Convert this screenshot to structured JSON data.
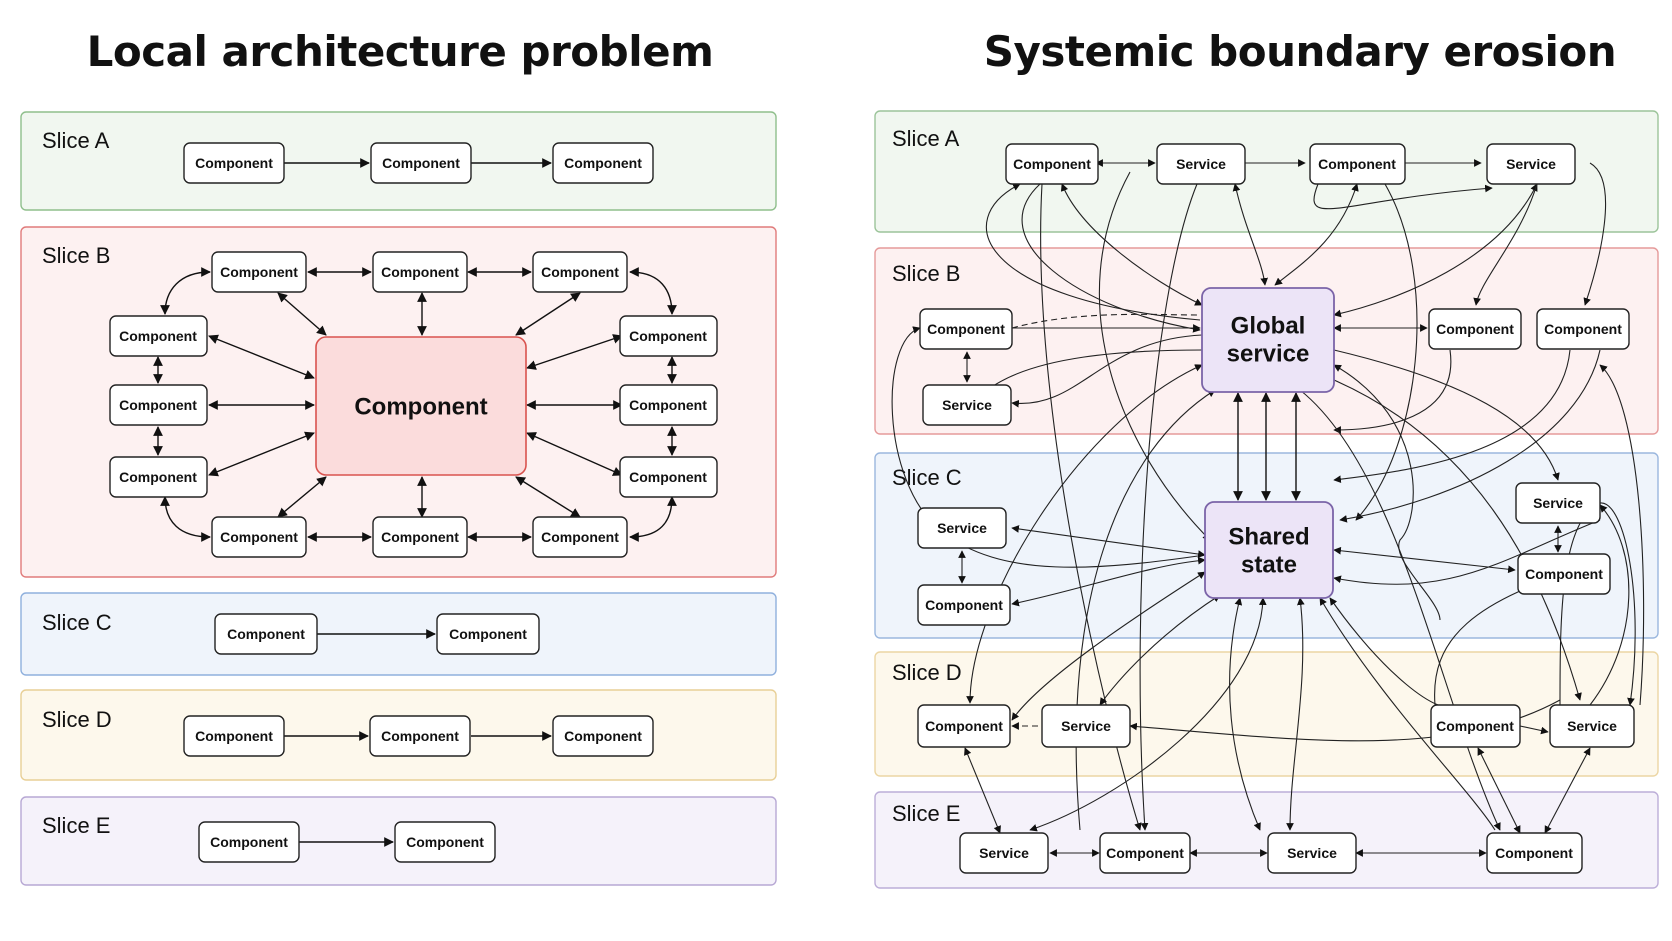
{
  "left": {
    "title": "Local architecture problem",
    "slices": [
      {
        "label": "Slice A",
        "bg": "#f1f7f0",
        "border": "#8fbf8c"
      },
      {
        "label": "Slice B",
        "bg": "#fdf1f1",
        "border": "#e07b7b"
      },
      {
        "label": "Slice C",
        "bg": "#eff4fb",
        "border": "#8fb0dd"
      },
      {
        "label": "Slice D",
        "bg": "#fdf8ec",
        "border": "#e8cf96"
      },
      {
        "label": "Slice E",
        "bg": "#f5f2fa",
        "border": "#b7a8d4"
      }
    ],
    "component_label": "Component",
    "central_label": "Component",
    "central_color": "#fbdcdc",
    "central_border": "#d9534f"
  },
  "right": {
    "title": "Systemic boundary erosion",
    "slices": [
      {
        "label": "Slice A",
        "bg": "#f1f7f0",
        "border": "#9cc49a"
      },
      {
        "label": "Slice B",
        "bg": "#fdf1f1",
        "border": "#e59a9a"
      },
      {
        "label": "Slice C",
        "bg": "#eff4fb",
        "border": "#9bb7de"
      },
      {
        "label": "Slice D",
        "bg": "#fdf8ec",
        "border": "#ecd6a4"
      },
      {
        "label": "Slice E",
        "bg": "#f5f2fa",
        "border": "#bcaed8"
      }
    ],
    "component_label": "Component",
    "service_label": "Service",
    "global_service_lines": [
      "Global",
      "service"
    ],
    "shared_state_lines": [
      "Shared",
      "state"
    ],
    "hub_color": "#ece4f7",
    "hub_border": "#7b64a8"
  }
}
